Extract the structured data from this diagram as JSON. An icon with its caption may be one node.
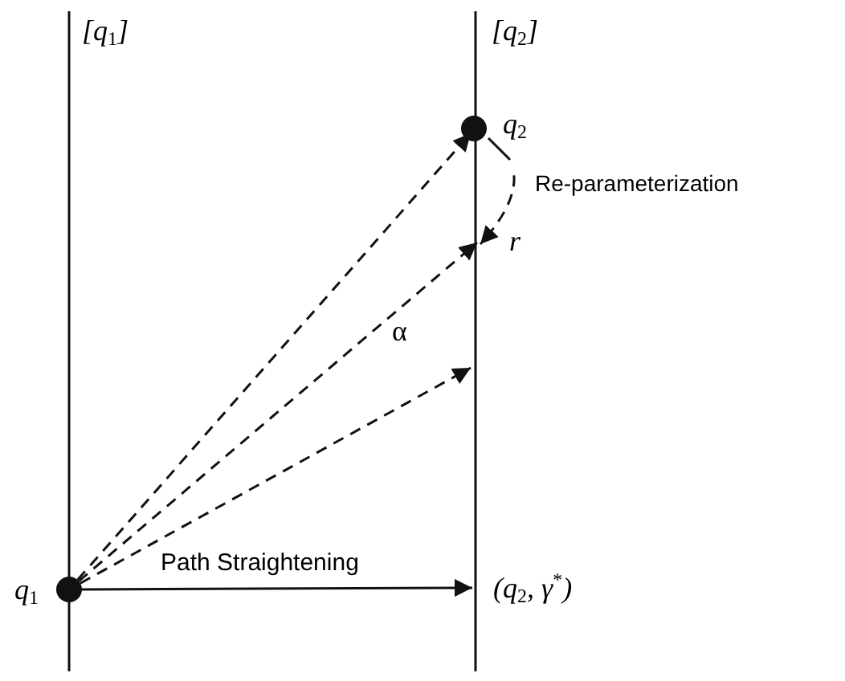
{
  "diagram": {
    "nodes": [
      {
        "text": [],
        "shape": "circle",
        "beside": [
          "q$_{1}$"
        ]
      },
      {
        "text": [],
        "shape": "circle",
        "beside": [
          "q$_{2}$"
        ]
      },
      {
        "text": [
          "r"
        ]
      },
      {
        "text": [
          "(q$_{2}$, γ$^{*}$)"
        ]
      }
    ],
    "edges": [
      {
        "from": 0,
        "to": 1,
        "arrow": "to",
        "style": "dashed"
      },
      {
        "from": 0,
        "to": 2,
        "arrow": "to",
        "style": "dashed"
      },
      {
        "from": 0,
        "to": null,
        "arrow": "to",
        "style": "dashed"
      },
      {
        "from": 0,
        "to": 3,
        "arrow": "to",
        "label": "Path Straightening"
      },
      {
        "from": 1,
        "to": 2,
        "arrow": "to",
        "style": "dashed",
        "label": "Re-parameterization"
      }
    ],
    "labels": [
      "[q$_{1}$]",
      "[q$_{2}$]",
      "α"
    ]
  }
}
